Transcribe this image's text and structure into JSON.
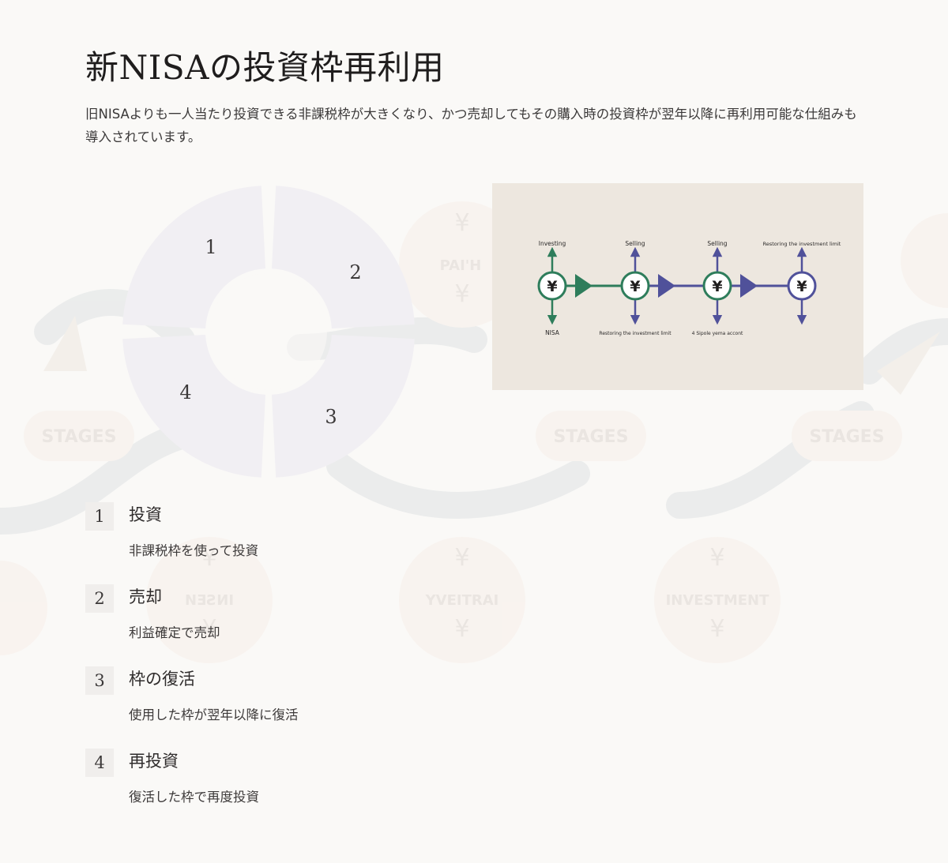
{
  "title": "新NISAの投資枠再利用",
  "description": "旧NISAよりも一人当たり投資できる非課税枠が大きくなり、かつ売却してもその購入時の投資枠が翌年以降に再利用可能な仕組みも導入されています。",
  "colors": {
    "background": "#faf9f7",
    "panel": "#ede7df",
    "green": "#2e7d5b",
    "purple": "#50519a",
    "cycle_fill": "#f1eff3"
  },
  "background_art": {
    "stage_label": "STAGES",
    "investment_label": "INVESTMENT",
    "mirror_label_a": "YVEITRAI",
    "mirror_label_b": "NƎƧИI",
    "path_label": "PAI'H",
    "yen_symbol": "¥"
  },
  "cycle": {
    "segments": [
      "1",
      "2",
      "3",
      "4"
    ]
  },
  "flow": {
    "top_labels": [
      "Investing",
      "Selling",
      "Selling",
      "Restoring the investment limit"
    ],
    "bottom_labels": [
      "NISA",
      "Restoring the investment limit",
      "4 Sipole yema accont",
      ""
    ],
    "node_symbol": "¥",
    "node_colors": [
      "#2e7d5b",
      "#2e7d5b",
      "#2e7d5b",
      "#50519a"
    ],
    "up_arrow_colors": [
      "#2e7d5b",
      "#50519a",
      "#50519a",
      "#50519a"
    ],
    "down_arrow_colors": [
      "#2e7d5b",
      "#50519a",
      "#50519a",
      "#50519a"
    ],
    "connector_colors": [
      "#2e7d5b",
      "#50519a",
      "#50519a"
    ]
  },
  "steps": [
    {
      "number": "1",
      "title": "投資",
      "description": "非課税枠を使って投資"
    },
    {
      "number": "2",
      "title": "売却",
      "description": "利益確定で売却"
    },
    {
      "number": "3",
      "title": "枠の復活",
      "description": "使用した枠が翌年以降に復活"
    },
    {
      "number": "4",
      "title": "再投資",
      "description": "復活した枠で再度投資"
    }
  ]
}
